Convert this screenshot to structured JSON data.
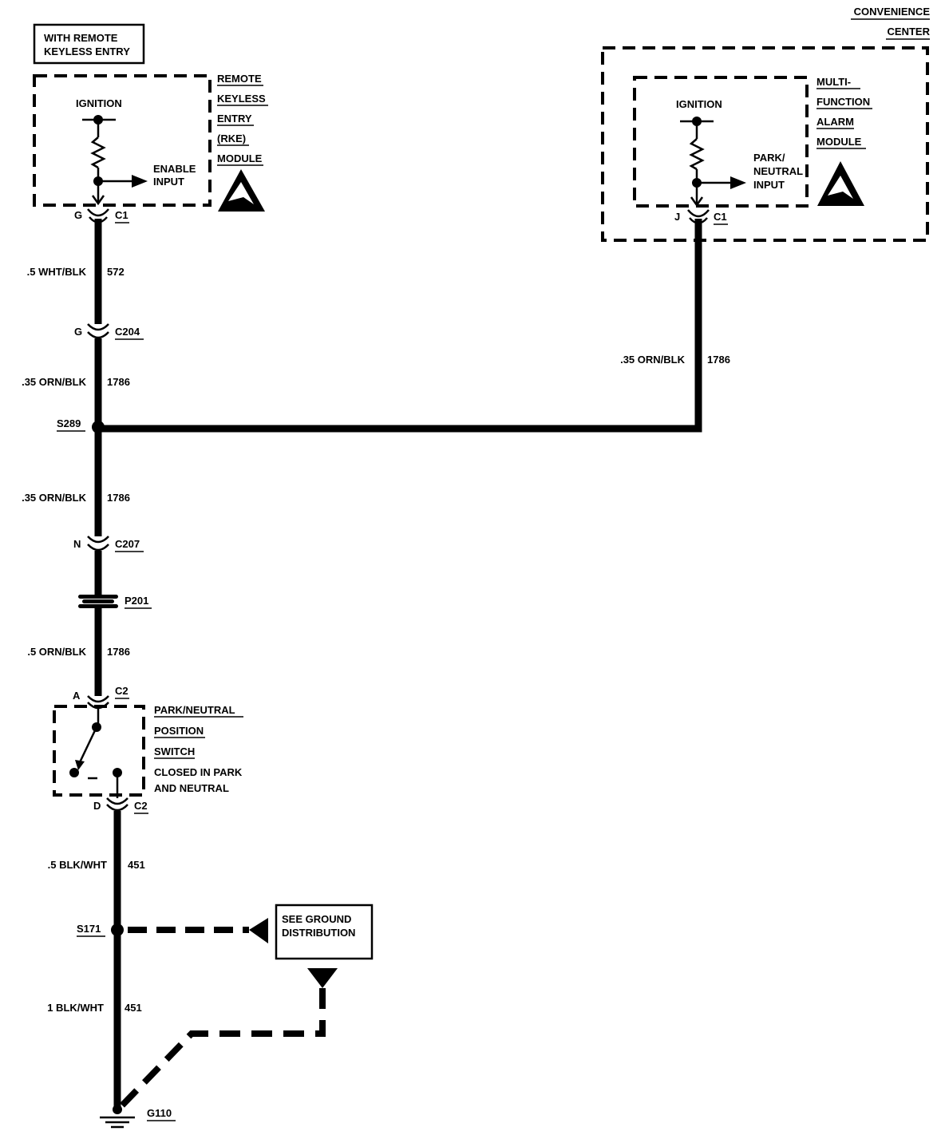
{
  "rke_note": [
    "WITH REMOTE",
    "KEYLESS ENTRY"
  ],
  "rke_module": {
    "label_lines": [
      "REMOTE",
      "KEYLESS",
      "ENTRY",
      "(RKE)",
      "MODULE"
    ],
    "ignition": "IGNITION",
    "input_lines": [
      "ENABLE",
      "INPUT"
    ],
    "pin": "G",
    "connector": "C1",
    "esd_icon": "esd-sensitive-icon"
  },
  "convenience_center": [
    "CONVENIENCE",
    "CENTER"
  ],
  "alarm_module": {
    "label_lines": [
      "MULTI-",
      "FUNCTION",
      "ALARM",
      "MODULE"
    ],
    "ignition": "IGNITION",
    "input_lines": [
      "PARK/",
      "NEUTRAL",
      "INPUT"
    ],
    "pin": "J",
    "connector": "C1",
    "esd_icon": "esd-sensitive-icon"
  },
  "wires": {
    "w572": {
      "size_color": ".5 WHT/BLK",
      "circuit": "572"
    },
    "w1786_a": {
      "size_color": ".35 ORN/BLK",
      "circuit": "1786"
    },
    "w1786_right": {
      "size_color": ".35 ORN/BLK",
      "circuit": "1786"
    },
    "w1786_b": {
      "size_color": ".35 ORN/BLK",
      "circuit": "1786"
    },
    "w1786_c": {
      "size_color": ".5 ORN/BLK",
      "circuit": "1786"
    },
    "w451_a": {
      "size_color": ".5 BLK/WHT",
      "circuit": "451"
    },
    "w451_b": {
      "size_color": "1 BLK/WHT",
      "circuit": "451"
    }
  },
  "connectors": {
    "c204": {
      "pin": "G",
      "name": "C204"
    },
    "c207": {
      "pin": "N",
      "name": "C207"
    },
    "p201": {
      "name": "P201"
    },
    "c2_top": {
      "pin": "A",
      "name": "C2"
    },
    "c2_bottom": {
      "pin": "D",
      "name": "C2"
    }
  },
  "splices": {
    "s289": "S289",
    "s171": "S171"
  },
  "switch": {
    "label_lines": [
      "PARK/NEUTRAL",
      "POSITION",
      "SWITCH"
    ],
    "note_lines": [
      "CLOSED IN PARK",
      "AND NEUTRAL"
    ]
  },
  "ground_ref": [
    "SEE GROUND",
    "DISTRIBUTION"
  ],
  "ground": "G110"
}
